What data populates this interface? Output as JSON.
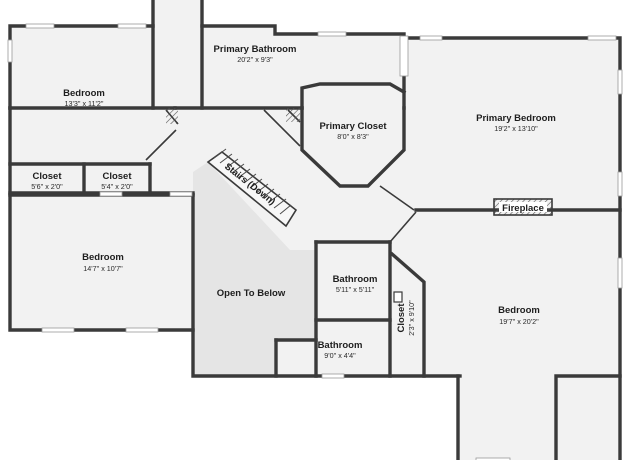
{
  "rooms": {
    "bedroom_nw": {
      "name": "Bedroom",
      "dims": "13'3\" x 11'2\""
    },
    "primary_bathroom": {
      "name": "Primary Bathroom",
      "dims": "20'2\" x 9'3\""
    },
    "primary_closet": {
      "name": "Primary Closet",
      "dims": "8'0\" x 8'3\""
    },
    "primary_bedroom": {
      "name": "Primary Bedroom",
      "dims": "19'2\" x 13'10\""
    },
    "closet_a": {
      "name": "Closet",
      "dims": "5'6\" x 2'0\""
    },
    "closet_b": {
      "name": "Closet",
      "dims": "5'4\" x 2'0\""
    },
    "bedroom_w": {
      "name": "Bedroom",
      "dims": "14'7\" x 10'7\""
    },
    "stairs": {
      "name": "Stairs (Down)"
    },
    "open_below": {
      "name": "Open To Below"
    },
    "bathroom_a": {
      "name": "Bathroom",
      "dims": "5'11\" x 5'11\""
    },
    "bathroom_b": {
      "name": "Bathroom",
      "dims": "9'0\" x 4'4\""
    },
    "closet_v": {
      "name": "Closet",
      "dims": "2'3\" x 9'10\""
    },
    "bedroom_se": {
      "name": "Bedroom",
      "dims": "19'7\" x 20'2\""
    },
    "fireplace": {
      "name": "Fireplace"
    }
  }
}
